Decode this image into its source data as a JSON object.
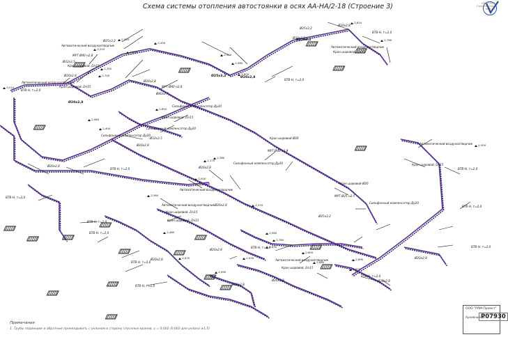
{
  "title": "Схема системы отопления автостоянки в осях АА-НА/2-18 (Строение 3)",
  "notes": {
    "heading": "Примечания",
    "text": "1. Трубы подающие и обратные прокладывать с уклоном в сторону спускных кранов, у = 0,002 (0,003 для уклона ≥1,5)"
  },
  "stamp": {
    "org": "ООО \"РАМ-Проект\"",
    "label": "Архивный №",
    "number": "Р07930"
  },
  "logo_text": "ИНТЕГРАЛ\nСтроительная 8в-5-90",
  "labels": [
    {
      "id": "l1",
      "text": "Ø25х3,2"
    },
    {
      "id": "l2",
      "text": "Автоматический воздухоотводчик"
    },
    {
      "id": "l3",
      "text": "МУТ Ø40 н2,8"
    },
    {
      "id": "l4",
      "text": "Ø32х3,5"
    },
    {
      "id": "l5",
      "text": "Кран шаровой, Dn15"
    },
    {
      "id": "l6",
      "text": "Ø20х2,8"
    },
    {
      "id": "l7",
      "text": "ВТВ-Н, т=2,0"
    },
    {
      "id": "l8",
      "text": "Ø25х3,2"
    },
    {
      "id": "l9",
      "text": "Ø32х3,5"
    },
    {
      "id": "l10",
      "text": "Ø20х2,8"
    },
    {
      "id": "l11",
      "text": "ВТВ-Н, т=2,0"
    },
    {
      "id": "l12",
      "text": "Автоматический воздухоотводчик"
    },
    {
      "id": "l13",
      "text": "Кран шаровой, Dn15"
    },
    {
      "id": "l14",
      "text": "ВТВ-Н, т=2,0"
    },
    {
      "id": "l15",
      "text": "Ø20х2,8"
    },
    {
      "id": "l16",
      "text": "Автоматический воздухоотводчик"
    },
    {
      "id": "l17",
      "text": "Кран шаровой, Dn15"
    },
    {
      "id": "l18",
      "text": "МУТ Ø40 н2,8"
    },
    {
      "id": "l19",
      "text": "Ø40х3,7"
    },
    {
      "id": "l20",
      "text": "Сильфонный компенсатор Ду20"
    },
    {
      "id": "l21",
      "text": "Кран шаровой, Dn15"
    },
    {
      "id": "l22",
      "text": "Сильфонный компенсатор Ду20"
    },
    {
      "id": "l23",
      "text": "Ø20х2,8"
    },
    {
      "id": "l24",
      "text": "Ø32х3,5"
    },
    {
      "id": "l25",
      "text": "Сильфонный компенсатор Ду20"
    },
    {
      "id": "l26",
      "text": "Кран шаровой Ø20"
    },
    {
      "id": "l27",
      "text": "МУТ Ø40 н2,8"
    },
    {
      "id": "l28",
      "text": "Сильфонный компенсатор Ду20"
    },
    {
      "id": "l29",
      "text": "ВТВ-Н, т=2,0"
    },
    {
      "id": "l30",
      "text": "Ø20х2,8"
    },
    {
      "id": "l31",
      "text": "Ø20х2,8"
    },
    {
      "id": "l32",
      "text": "ВТВ-Н, т=2,0"
    },
    {
      "id": "l33",
      "text": "Автоматический воздухоотводчик"
    },
    {
      "id": "l34",
      "text": "Кран шаровой, Dn15"
    },
    {
      "id": "l35",
      "text": "ВТВ-Н, т=2,0"
    },
    {
      "id": "l36",
      "text": "Кран шаровой Ø20"
    },
    {
      "id": "l37",
      "text": "МУТ Ø25 н2,5"
    },
    {
      "id": "l38",
      "text": "Сильфонный компенсатор Ду20"
    },
    {
      "id": "l39",
      "text": "Ø25х3,2"
    },
    {
      "id": "l40",
      "text": "Ø20х2,8"
    },
    {
      "id": "l41",
      "text": "Автоматический воздухоотводчик"
    },
    {
      "id": "l42",
      "text": "Кран шаровой, Dn15"
    },
    {
      "id": "l43",
      "text": "ВТВ-Н, т=2,0"
    },
    {
      "id": "l44",
      "text": "ВТВ-Н, т=2,0"
    },
    {
      "id": "l45",
      "text": "Ø20х2,8"
    },
    {
      "id": "l46",
      "text": "Ø20х2,8"
    },
    {
      "id": "l47",
      "text": "ВТВ-Н, т=2,0"
    },
    {
      "id": "l48",
      "text": "Автоматический воздухоотводчик"
    },
    {
      "id": "l49",
      "text": "Кран шаровой, Dn15"
    },
    {
      "id": "l50",
      "text": "ВТВ-Н, т=2,0"
    },
    {
      "id": "l51",
      "text": "Ø20х2,8"
    },
    {
      "id": "l52",
      "text": "Автоматический воздухоотводчик"
    },
    {
      "id": "l53",
      "text": "Кран шаровой, Dn15"
    },
    {
      "id": "l54",
      "text": "ВТВ-Н, т=2,0"
    },
    {
      "id": "l55",
      "text": "ВТВ-Н, т=2,0"
    },
    {
      "id": "l56",
      "text": "Ø20х2,8"
    },
    {
      "id": "l57",
      "text": "ВТВ-Н, т=2,0"
    },
    {
      "id": "l58",
      "text": "Ø20х2,8"
    },
    {
      "id": "l59",
      "text": "Ø20х2,8"
    },
    {
      "id": "l60",
      "text": "ВТВ-Н, т=2,0"
    }
  ],
  "levels": [
    "-2,920",
    "-2,450",
    "-2,220",
    "-2,690",
    "-2,350",
    "-2,700",
    "-2,650",
    "-2,510",
    "-2,580",
    "-2,610",
    "-2,780",
    "-2,800",
    "-3,010",
    "-2,960",
    "-2,400",
    "-2,360",
    "-2,460",
    "-2,170",
    "-2,380",
    "-3,000",
    "-2,370",
    "-2,630",
    "-2,760",
    "-2,560",
    "-2,600",
    "-2,680",
    "-2,890",
    "-2,570",
    "-2,930",
    "-2,670",
    "-2,990",
    "-2,500"
  ],
  "colors": {
    "pipe_supply": "#5a2d9c",
    "pipe_return": "#1a1a3a",
    "leader": "#111111",
    "radiator": "#222222"
  }
}
